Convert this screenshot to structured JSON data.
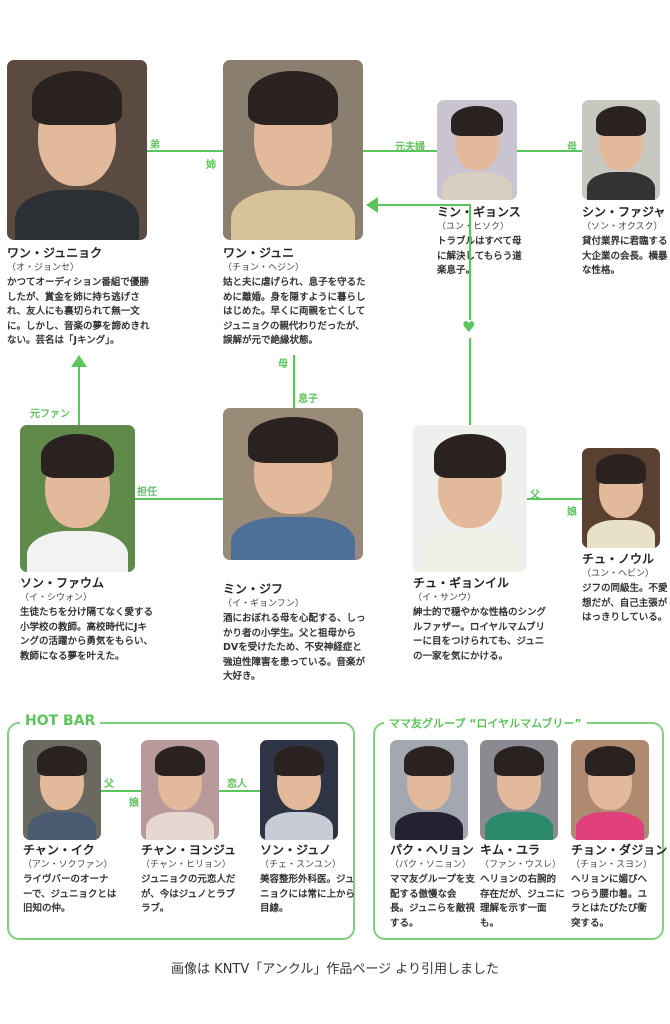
{
  "characters": [
    {
      "name": "ワン・ジュニョク",
      "actor": "（オ・ジョンセ）",
      "desc": "かつてオーディション番組で優勝したが、賞金を姉に持ち逃げされ、友人にも裏切られて無一文に。しかし、音楽の夢を諦めきれない。芸名は「Jキング」。"
    },
    {
      "name": "ワン・ジュニ",
      "actor": "（チョン・ヘジン）",
      "desc": "姑と夫に虐げられ、息子を守るために離婚。身を隠すように暮らしはじめた。早くに両親を亡くしてジュニョクの親代わりだったが、誤解が元で絶縁状態。"
    },
    {
      "name": "ミン・ギョンス",
      "actor": "（ユン・ヒソク）",
      "desc": "トラブルはすべて母に解決してもらう道楽息子。"
    },
    {
      "name": "シン・ファジャ",
      "actor": "（ソン・オクスク）",
      "desc": "貸付業界に君臨する大企業の会長。横暴な性格。"
    },
    {
      "name": "ソン・ファウム",
      "actor": "（イ・シウォン）",
      "desc": "生徒たちを分け隔てなく愛する小学校の教師。高校時代にJキングの活躍から勇気をもらい、教師になる夢を叶えた。"
    },
    {
      "name": "ミン・ジフ",
      "actor": "（イ・ギョンフン）",
      "desc": "酒におぼれる母を心配する、しっかり者の小学生。父と祖母からDVを受けたため、不安神経症と強迫性障害を患っている。音楽が大好き。"
    },
    {
      "name": "チュ・ギョンイル",
      "actor": "（イ・サンウ）",
      "desc": "紳士的で穏やかな性格のシングルファザー。ロイヤルマムブリーに目をつけられても、ジュニの一家を気にかける。"
    },
    {
      "name": "チュ・ノウル",
      "actor": "（ユン・ヘビン）",
      "desc": "ジフの同級生。不愛想だが、自己主張がはっきりしている。"
    },
    {
      "name": "チャン・イク",
      "actor": "（アン・ソクファン）",
      "desc": "ライヴバーのオーナーで、ジュニョクとは旧知の仲。"
    },
    {
      "name": "チャン・ヨンジュ",
      "actor": "（チャン・ヒリョン）",
      "desc": "ジュニョクの元恋人だが、今はジュノとラブラブ。"
    },
    {
      "name": "ソン・ジュノ",
      "actor": "（チェ・スンユン）",
      "desc": "美容整形外科医。ジュニョクには常に上から目線。"
    },
    {
      "name": "パク・ヘリョン",
      "actor": "（パク・ソニョン）",
      "desc": "ママ友グループを支配する傲慢な会長。ジュニらを敵視する。"
    },
    {
      "name": "キム・ユラ",
      "actor": "（ファン・ウスレ）",
      "desc": "ヘリョンの右腕的存在だが、ジュニに理解を示す一面も。"
    },
    {
      "name": "チョン・ダジョン",
      "actor": "（チョン・スヨン）",
      "desc": "ヘリョンに媚びへつらう腰巾着。ユラとはたびたび衝突する。"
    }
  ],
  "relations": [
    "弟",
    "姉",
    "元夫婦",
    "母",
    "母",
    "息子",
    "元ファン",
    "担任",
    "父",
    "娘",
    "父",
    "娘",
    "恋人"
  ],
  "heart_icon": "heart-icon",
  "groups": {
    "hot_bar": "HOT BAR",
    "mama": "ママ友グループ “ロイヤルマムブリー”"
  },
  "caption": "画像は KNTV「アンクル」作品ページ より引用しました",
  "colors": {
    "accent": "#5cc45c",
    "frame": "#7fd07f"
  }
}
